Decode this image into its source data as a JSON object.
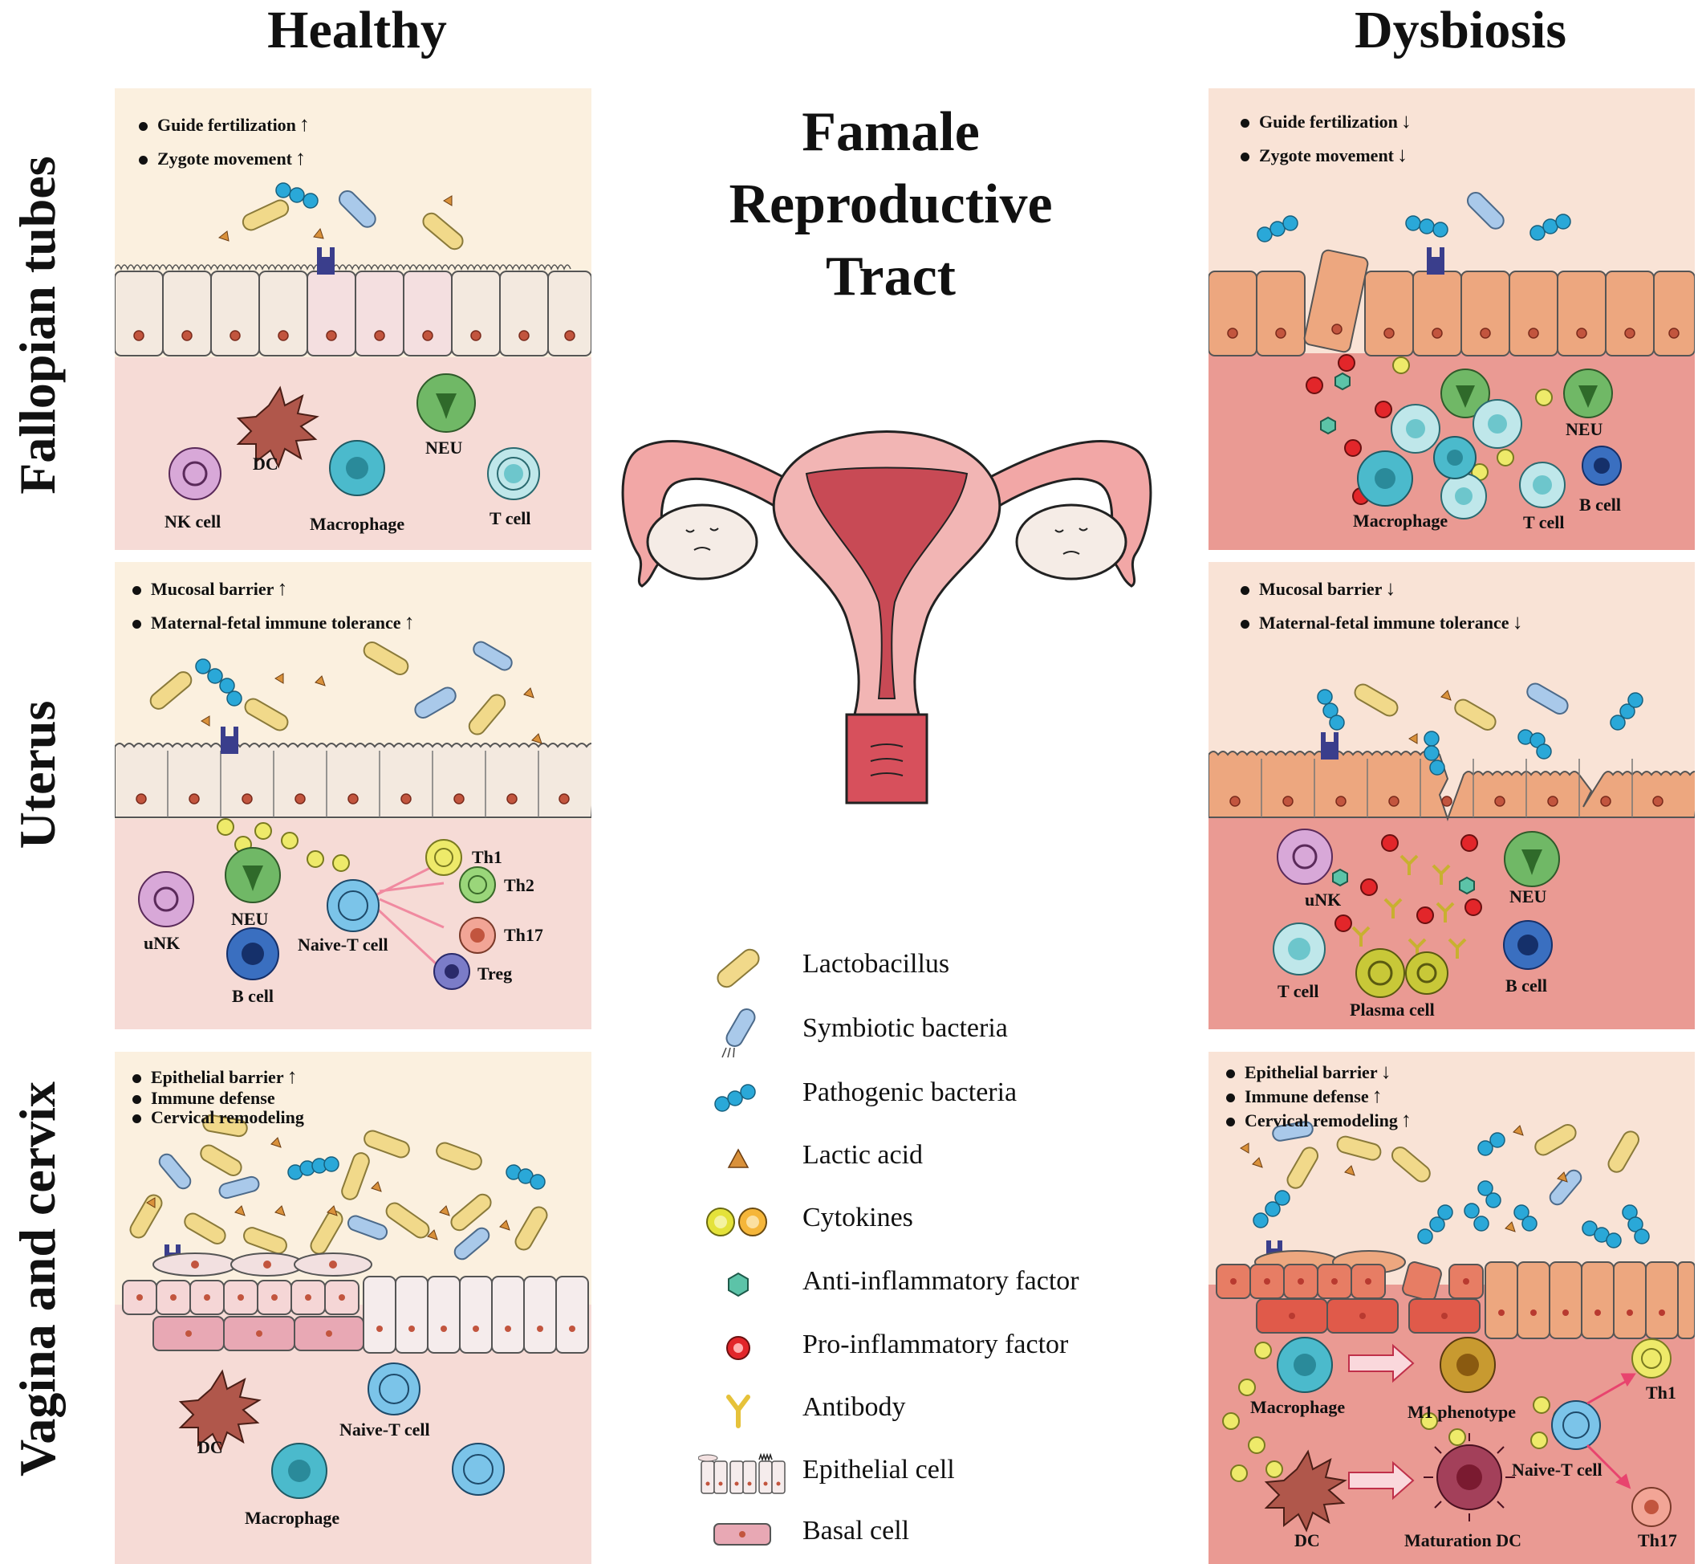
{
  "headers": {
    "healthy": "Healthy",
    "dysbiosis": "Dysbiosis"
  },
  "sections": {
    "fallopian": "Fallopian tubes",
    "uterus": "Uterus",
    "vagina": "Vagina and cervix"
  },
  "center_title": [
    "Famale",
    "Reproductive",
    "Tract"
  ],
  "panels": {
    "fallopian_healthy": {
      "bullets": [
        {
          "text": "Guide fertilization",
          "arrow": "↑"
        },
        {
          "text": "Zygote movement",
          "arrow": "↑"
        }
      ],
      "cells": {
        "dc": "DC",
        "neu": "NEU",
        "nk": "NK cell",
        "macrophage": "Macrophage",
        "tcell": "T cell"
      }
    },
    "fallopian_dysbiosis": {
      "bullets": [
        {
          "text": "Guide fertilization",
          "arrow": "↓"
        },
        {
          "text": "Zygote movement",
          "arrow": "↓"
        }
      ],
      "cells": {
        "neu": "NEU",
        "macrophage": "Macrophage",
        "tcell": "T cell",
        "bcell": "B cell"
      }
    },
    "uterus_healthy": {
      "bullets": [
        {
          "text": "Mucosal barrier",
          "arrow": "↑"
        },
        {
          "text": "Maternal-fetal immune tolerance",
          "arrow": "↑"
        }
      ],
      "cells": {
        "th1": "Th1",
        "th2": "Th2",
        "th17": "Th17",
        "treg": "Treg",
        "unk": "uNK",
        "neu": "NEU",
        "naive": "Naive-T cell",
        "bcell": "B cell"
      }
    },
    "uterus_dysbiosis": {
      "bullets": [
        {
          "text": "Mucosal barrier",
          "arrow": "↓"
        },
        {
          "text": "Maternal-fetal immune tolerance",
          "arrow": "↓"
        }
      ],
      "cells": {
        "unk": "uNK",
        "neu": "NEU",
        "tcell": "T cell",
        "plasma": "Plasma cell",
        "bcell": "B cell"
      }
    },
    "vagina_healthy": {
      "bullets": [
        {
          "text": "Epithelial barrier",
          "arrow": "↑"
        },
        {
          "text": "Immune defense",
          "arrow": ""
        },
        {
          "text": "Cervical remodeling",
          "arrow": ""
        }
      ],
      "cells": {
        "dc": "DC",
        "naive": "Naive-T cell",
        "macrophage": "Macrophage"
      }
    },
    "vagina_dysbiosis": {
      "bullets": [
        {
          "text": "Epithelial barrier",
          "arrow": "↓"
        },
        {
          "text": "Immune defense",
          "arrow": "↑"
        },
        {
          "text": "Cervical remodeling",
          "arrow": "↑"
        }
      ],
      "cells": {
        "macrophage": "Macrophage",
        "m1": "M1 phenotype",
        "th1": "Th1",
        "naive": "Naive-T cell",
        "dc": "DC",
        "mdc": "Maturation DC",
        "th17": "Th17"
      }
    }
  },
  "legend": [
    "Lactobacillus",
    "Symbiotic bacteria",
    "Pathogenic bacteria",
    "Lactic acid",
    "Cytokines",
    "Anti-inflammatory factor",
    "Pro-inflammatory factor",
    "Antibody",
    "Epithelial cell",
    "Basal cell"
  ],
  "colors": {
    "lumen_healthy": "#fbf0df",
    "tissue_healthy": "#f6dbd6",
    "lumen_dys": "#f9e3d6",
    "tissue_dys": "#ea9a93",
    "epi_healthy": "#f3e9df",
    "epi_dys": "#eda77f",
    "lacto": "#f1d98a",
    "patho": "#2aa8d8",
    "symb": "#a9c9ea"
  }
}
